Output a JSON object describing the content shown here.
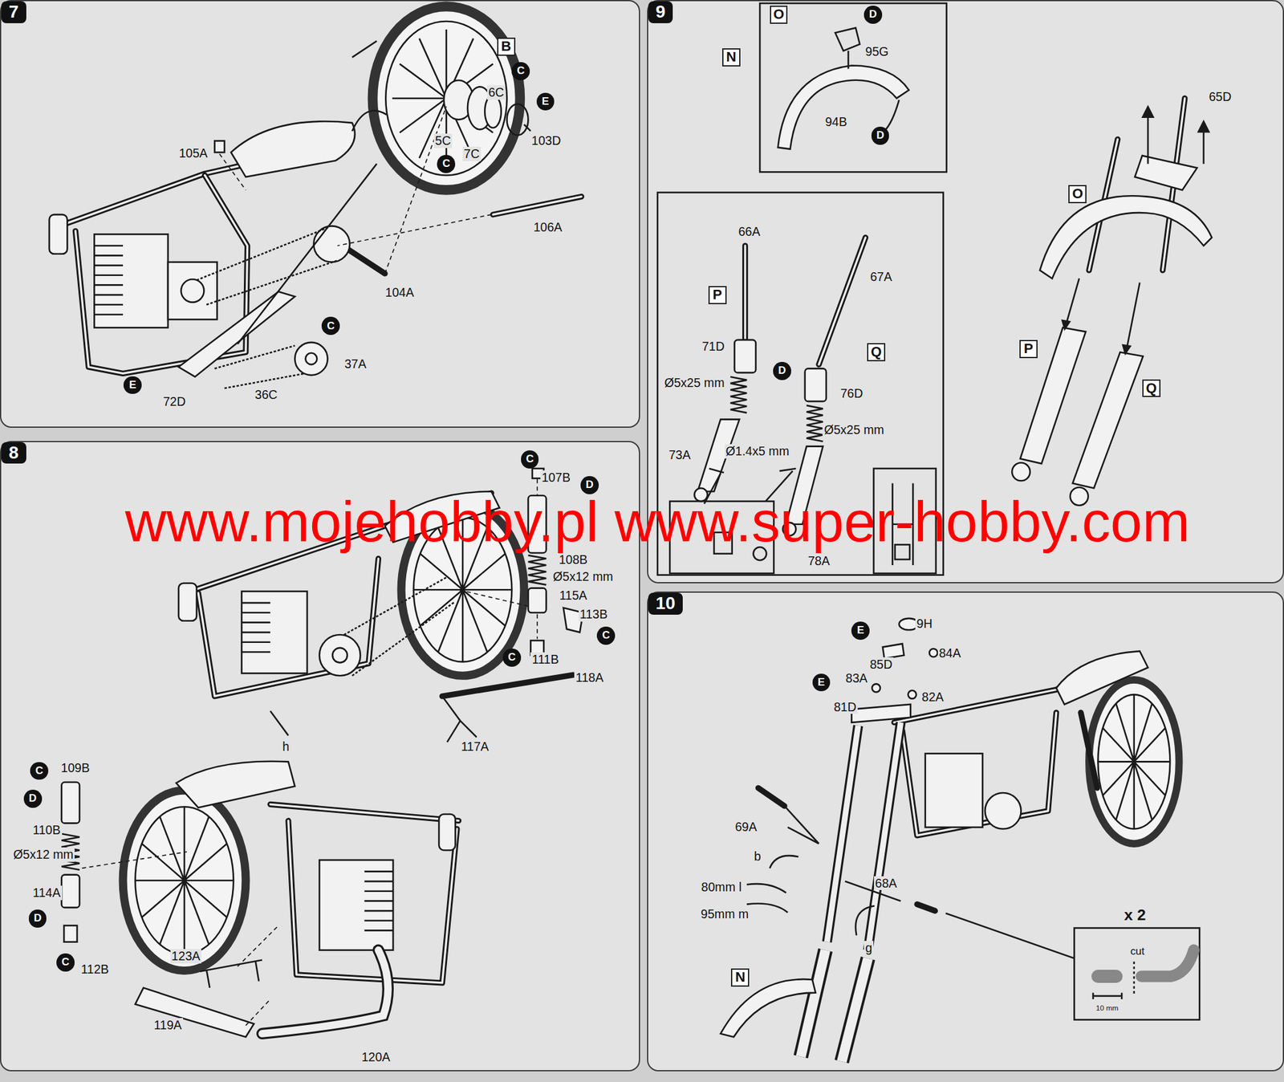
{
  "diagram": {
    "nodes": [
      {
        "text": [
          "7"
        ]
      },
      {
        "text": [
          "B"
        ],
        "in": 0
      },
      {
        "text": [
          "C"
        ],
        "in": 0
      },
      {
        "text": [
          "C"
        ],
        "in": 0
      },
      {
        "text": [
          "E"
        ],
        "in": 0
      },
      {
        "text": [
          "C"
        ],
        "in": 0
      },
      {
        "text": [
          "E"
        ],
        "in": 0
      },
      {
        "text": [
          "8"
        ]
      },
      {
        "text": [
          "C"
        ],
        "in": 7
      },
      {
        "text": [
          "D"
        ],
        "in": 7
      },
      {
        "text": [
          "C"
        ],
        "in": 7
      },
      {
        "text": [
          "C"
        ],
        "in": 7
      },
      {
        "text": [
          "C"
        ],
        "in": 7
      },
      {
        "text": [
          "D"
        ],
        "in": 7
      },
      {
        "text": [
          "D"
        ],
        "in": 7
      },
      {
        "text": [
          "C"
        ],
        "in": 7
      },
      {
        "text": [
          "9"
        ]
      },
      {
        "text": [
          "O"
        ],
        "in": 16
      },
      {
        "text": [
          "D"
        ],
        "in": 16
      },
      {
        "text": [
          "N"
        ],
        "in": 16
      },
      {
        "text": [
          "D"
        ],
        "in": 16
      },
      {
        "text": [
          "P"
        ],
        "in": 16
      },
      {
        "text": [
          "Q"
        ],
        "in": 16
      },
      {
        "text": [
          "D"
        ],
        "in": 16
      },
      {
        "text": [
          "O"
        ],
        "in": 16
      },
      {
        "text": [
          "P"
        ],
        "in": 16
      },
      {
        "text": [
          "Q"
        ],
        "in": 16
      },
      {
        "text": [
          "10"
        ]
      },
      {
        "text": [
          "E"
        ],
        "in": 27
      },
      {
        "text": [
          "E"
        ],
        "in": 27
      },
      {
        "text": [
          "N"
        ],
        "in": 27
      }
    ],
    "labels": [
      "105A",
      "6C",
      "5C",
      "7C",
      "103D",
      "106A",
      "104A",
      "37A",
      "72D",
      "36C",
      "107B",
      "108B",
      "Ø5x12 mm",
      "115A",
      "113B",
      "111B",
      "118A",
      "117A",
      "h",
      "109B",
      "110B",
      "Ø5x12 mm",
      "114A",
      "112B",
      "123A",
      "119A",
      "120A",
      "95G",
      "94B",
      "65D",
      "66A",
      "67A",
      "71D",
      "Ø5x25 mm",
      "76D",
      "Ø5x25 mm",
      "73A",
      "Ø1.4x5 mm",
      "78A",
      "9H",
      "84A",
      "85D",
      "83A",
      "82A",
      "81D",
      "69A",
      "b",
      "80mm l",
      "95mm m",
      "68A",
      "g",
      "x 2",
      "cut",
      "10 mm",
      "www.mojehobby.pl www.super-hobby.com"
    ]
  }
}
